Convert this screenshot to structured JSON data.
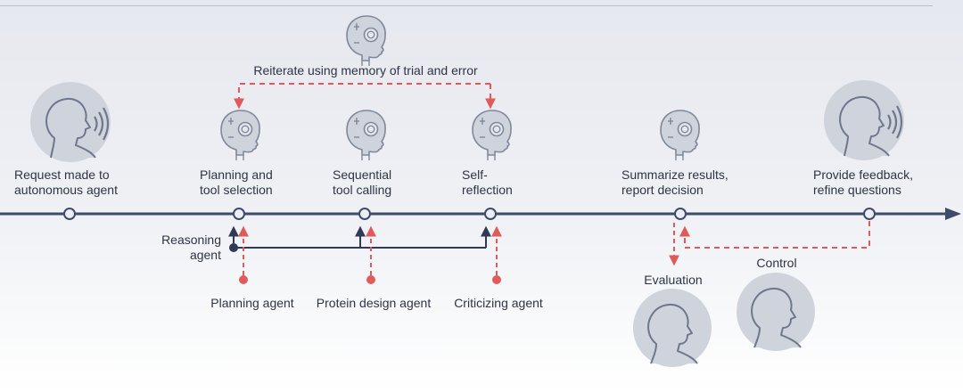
{
  "stages": [
    {
      "label": "Request made to\nautonomous agent"
    },
    {
      "label": "Planning and\ntool selection"
    },
    {
      "label": "Sequential\ntool calling"
    },
    {
      "label": "Self-\nreflection"
    },
    {
      "label": "Summarize results,\nreport decision"
    },
    {
      "label": "Provide feedback,\nrefine questions"
    }
  ],
  "loop_label": "Reiterate using memory of trial and error",
  "agents": {
    "reasoning": "Reasoning\nagent",
    "planning": "Planning agent",
    "protein_design": "Protein design agent",
    "criticizing": "Criticizing agent"
  },
  "human_roles": {
    "evaluation": "Evaluation",
    "control": "Control"
  },
  "icons": {
    "human": "human-head-speaking-icon",
    "agent": "ai-robot-head-icon"
  },
  "colors": {
    "timeline": "#3f4b6b",
    "dashed_red": "#e15a5a",
    "dot_red": "#e05c5c",
    "dot_navy": "#2e3a57",
    "icon_fill": "#cfd3dc",
    "icon_stroke": "#8a93a6"
  }
}
